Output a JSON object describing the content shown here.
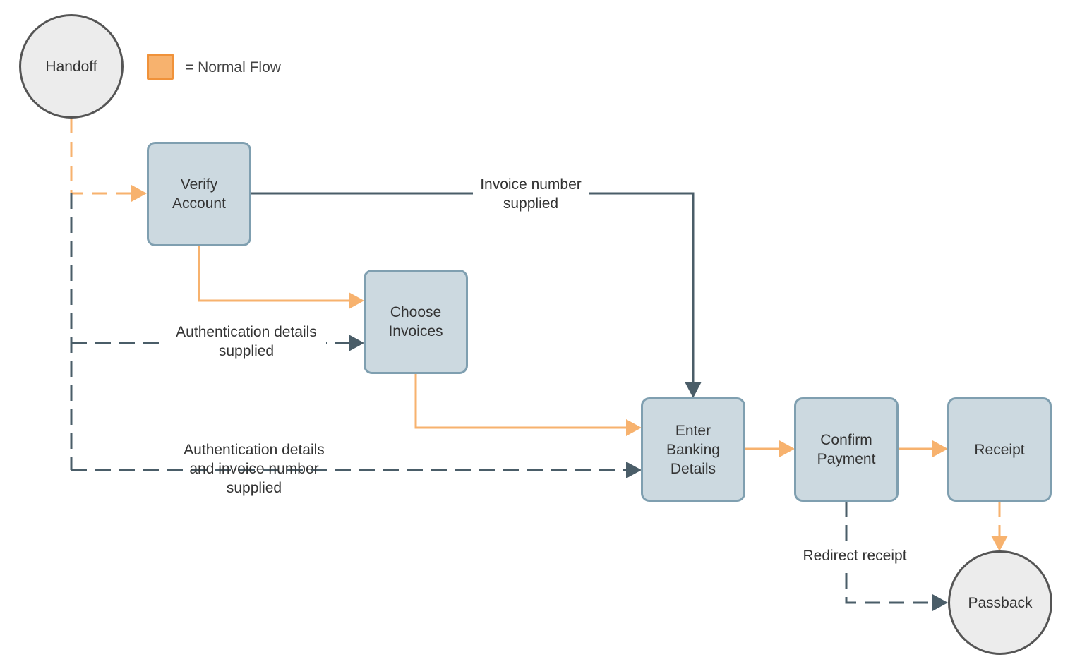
{
  "legend": {
    "swatch_color": "#f7b26e",
    "label": "= Normal Flow"
  },
  "colors": {
    "normal_flow": "#f7b26e",
    "alternate_flow": "#4a5d68",
    "box_fill": "#ccd9e0",
    "box_border": "#7f9fb0",
    "terminal_fill": "#ececec",
    "terminal_border": "#555555"
  },
  "nodes": {
    "handoff": "Handoff",
    "verify_account": "Verify\nAccount",
    "choose_invoices": "Choose\nInvoices",
    "enter_banking_details": "Enter\nBanking\nDetails",
    "confirm_payment": "Confirm\nPayment",
    "receipt": "Receipt",
    "passback": "Passback"
  },
  "edge_labels": {
    "invoice_number_supplied": "Invoice number\nsupplied",
    "authentication_details_supplied": "Authentication details\nsupplied",
    "authentication_and_invoice_supplied": "Authentication details\nand invoice number\nsupplied",
    "redirect_receipt": "Redirect receipt"
  }
}
